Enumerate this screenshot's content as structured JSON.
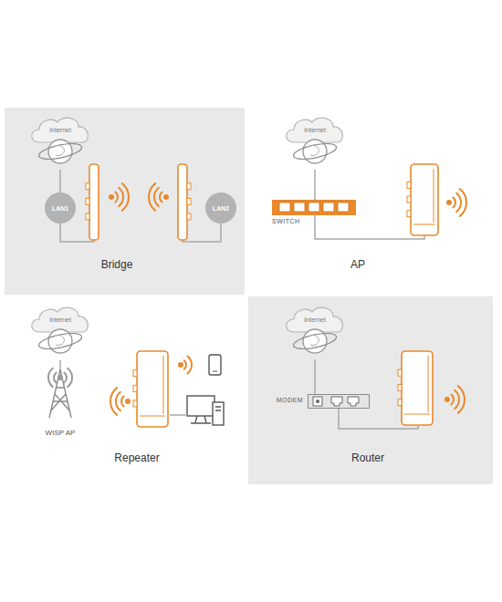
{
  "diagram": {
    "nodes": [
      {
        "text": [
          "Internet"
        ]
      },
      {
        "text": [
          "LAN1"
        ]
      },
      {
        "text": [
          "LAN2"
        ]
      },
      {
        "text": [
          "Internet"
        ]
      },
      {
        "text": [
          "SWITCH"
        ]
      },
      {
        "text": [
          "Internet"
        ]
      },
      {
        "text": [
          "Internet"
        ]
      },
      {
        "text": [
          "MODEM"
        ]
      }
    ],
    "edges": [
      {
        "from": 0,
        "to": 1,
        "arrow": "none"
      },
      {
        "from": 3,
        "to": 4,
        "arrow": "none"
      },
      {
        "from": 6,
        "to": 7,
        "arrow": "none"
      }
    ],
    "labels": [
      "Bridge",
      "AP",
      "WISP AP",
      "Repeater",
      "Router"
    ]
  }
}
